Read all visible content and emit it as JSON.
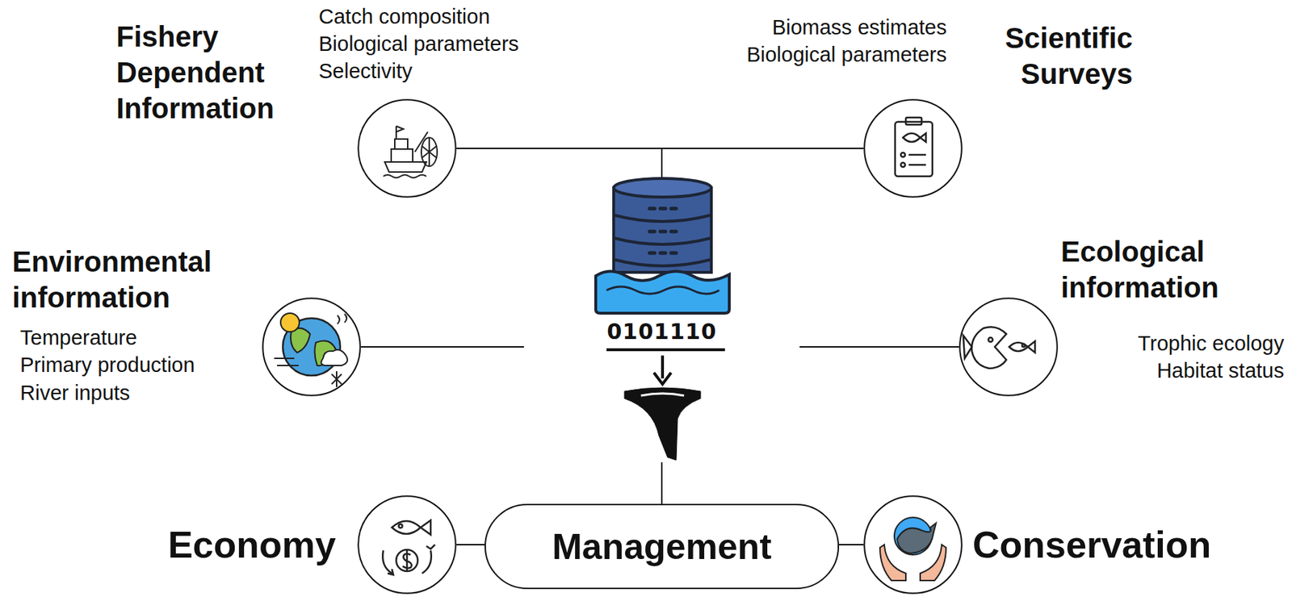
{
  "diagram": {
    "nodes": [
      {
        "text": [
          "Fishery Dependent Information",
          "Catch composition",
          "Biological parameters",
          "Selectivity"
        ]
      },
      {
        "text": [
          "Scientific Surveys",
          "Biomass estimates",
          "Biological parameters"
        ]
      },
      {
        "text": [
          "0101110"
        ]
      },
      {
        "text": [
          "Environmental information",
          "Temperature",
          "Primary production",
          "River inputs"
        ]
      },
      {
        "text": [
          "Ecological information",
          "Trophic ecology",
          "Habitat status"
        ]
      },
      {
        "text": [
          "Management"
        ]
      },
      {
        "text": [
          "Economy"
        ]
      },
      {
        "text": [
          "Conservation"
        ]
      }
    ],
    "edges": [
      {
        "from": 0,
        "to": 2,
        "arrow": "none"
      },
      {
        "from": 1,
        "to": 2,
        "arrow": "none"
      },
      {
        "from": 3,
        "to": 2,
        "arrow": "none"
      },
      {
        "from": 4,
        "to": 2,
        "arrow": "none"
      },
      {
        "from": 2,
        "to": 5,
        "arrow": "none"
      },
      {
        "from": 6,
        "to": 5,
        "arrow": "none"
      },
      {
        "from": 7,
        "to": 5,
        "arrow": "none"
      }
    ]
  }
}
